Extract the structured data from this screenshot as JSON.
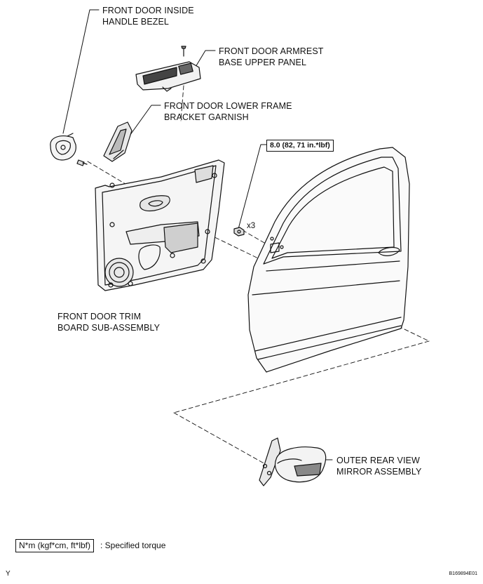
{
  "callouts": {
    "handle_bezel": "FRONT DOOR INSIDE\nHANDLE BEZEL",
    "armrest_panel": "FRONT DOOR ARMREST\nBASE UPPER PANEL",
    "frame_garnish": "FRONT DOOR LOWER FRAME\nBRACKET GARNISH",
    "trim_board": "FRONT DOOR TRIM\nBOARD SUB-ASSEMBLY",
    "mirror": "OUTER REAR VIEW\nMIRROR ASSEMBLY"
  },
  "torque": {
    "value": "8.0 (82, 71 in.*lbf)",
    "quantity": "x3"
  },
  "legend": {
    "unit_box": "N*m (kgf*cm, ft*lbf)",
    "description": ": Specified torque"
  },
  "corner": {
    "left": "Y",
    "right": "B169894E01"
  }
}
